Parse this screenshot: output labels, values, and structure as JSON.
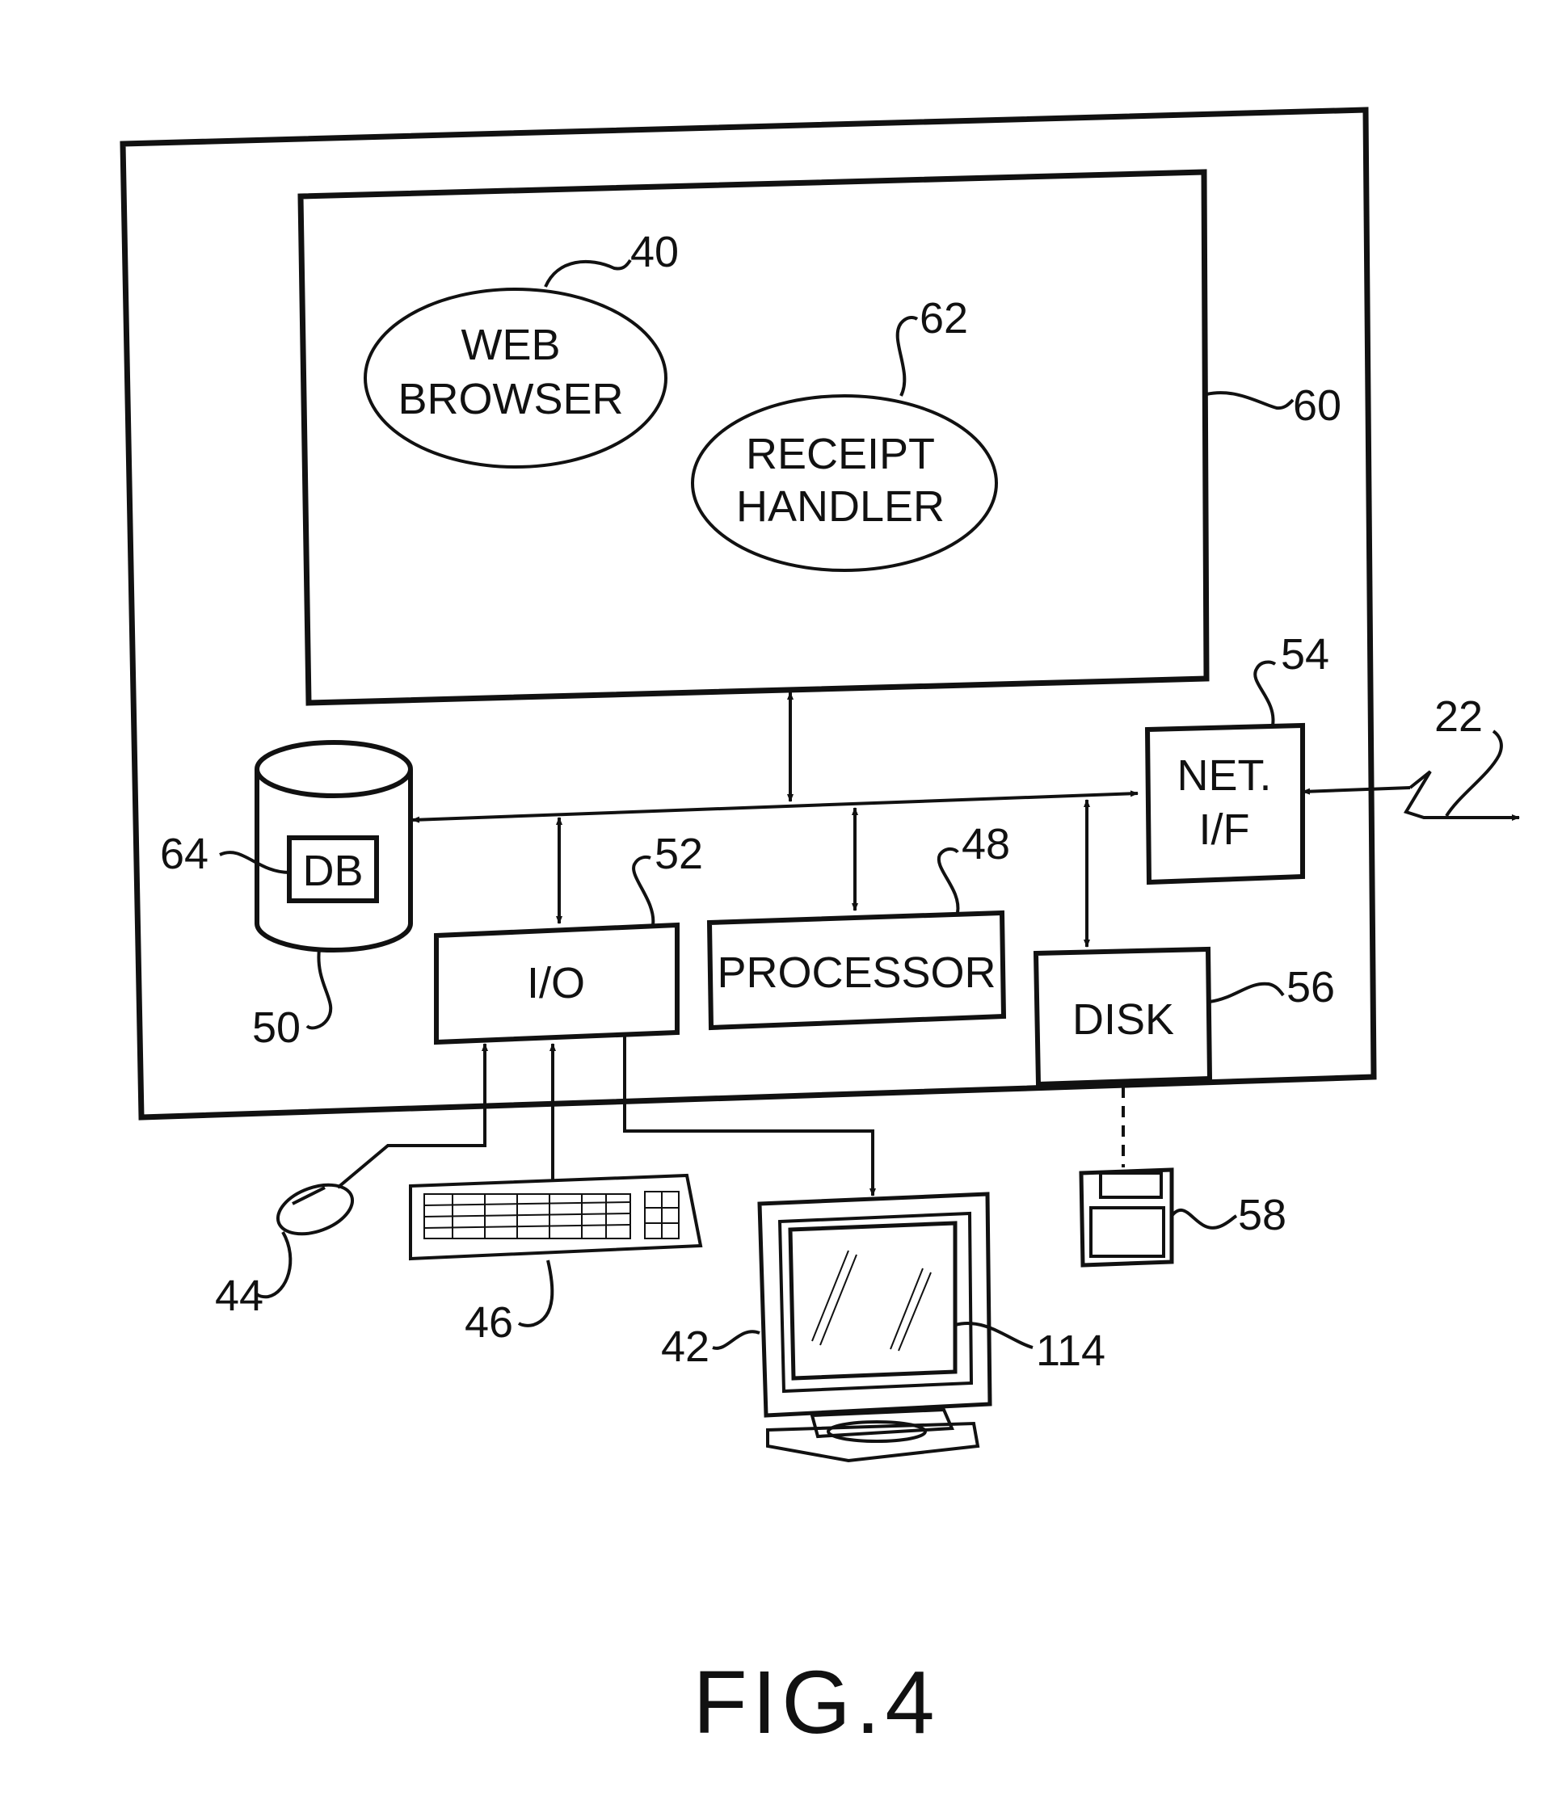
{
  "figure": {
    "caption": "FIG.4",
    "components": {
      "web_browser": {
        "line1": "WEB",
        "line2": "BROWSER",
        "ref": "40"
      },
      "receipt_handler": {
        "line1": "RECEIPT",
        "line2": "HANDLER",
        "ref": "62"
      },
      "computer_enclosure": {
        "ref": "60"
      },
      "network_interface": {
        "line1": "NET.",
        "line2": "I/F",
        "ref": "54"
      },
      "network_link": {
        "ref": "22"
      },
      "database_store": {
        "ref": "50"
      },
      "database": {
        "label": "DB",
        "ref": "64"
      },
      "io_unit": {
        "label": "I/O",
        "ref": "52"
      },
      "processor": {
        "label": "PROCESSOR",
        "ref": "48"
      },
      "disk": {
        "label": "DISK",
        "ref": "56"
      },
      "floppy": {
        "ref": "58"
      },
      "mouse": {
        "ref": "44"
      },
      "keyboard": {
        "ref": "46"
      },
      "monitor": {
        "ref": "42"
      },
      "screen": {
        "ref": "114"
      }
    }
  }
}
